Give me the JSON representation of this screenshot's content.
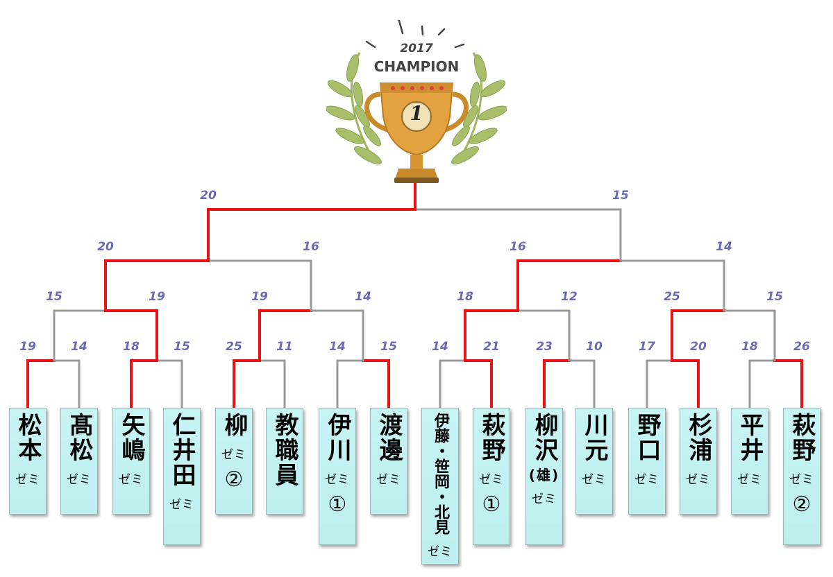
{
  "trophy": {
    "year": "2017",
    "label": "CHAMPION",
    "number": "1"
  },
  "colors": {
    "winner_line": "#ee1111",
    "loser_line": "#999999",
    "score": "#6a6ab4",
    "box_fill": "#c8f4f4"
  },
  "teams": [
    {
      "name": "松本",
      "suffix": "ゼミ",
      "badge": ""
    },
    {
      "name": "髙松",
      "suffix": "ゼミ",
      "badge": ""
    },
    {
      "name": "矢嶋",
      "suffix": "ゼミ",
      "badge": ""
    },
    {
      "name": "仁井田",
      "suffix": "ゼミ",
      "badge": ""
    },
    {
      "name": "柳",
      "suffix": "ゼミ",
      "badge": "②"
    },
    {
      "name": "教職員",
      "suffix": "",
      "badge": ""
    },
    {
      "name": "伊川",
      "suffix": "ゼミ",
      "badge": "①"
    },
    {
      "name": "渡邊",
      "suffix": "ゼミ",
      "badge": ""
    },
    {
      "name": "伊藤・笹岡・北見",
      "suffix": "ゼミ",
      "badge": ""
    },
    {
      "name": "萩野",
      "suffix": "ゼミ",
      "badge": "①"
    },
    {
      "name": "柳沢",
      "paren": "(雄)",
      "suffix": "ゼミ",
      "badge": ""
    },
    {
      "name": "川元",
      "suffix": "ゼミ",
      "badge": ""
    },
    {
      "name": "野口",
      "suffix": "ゼミ",
      "badge": ""
    },
    {
      "name": "杉浦",
      "suffix": "ゼミ",
      "badge": ""
    },
    {
      "name": "平井",
      "suffix": "ゼミ",
      "badge": ""
    },
    {
      "name": "萩野",
      "suffix": "ゼミ",
      "badge": "②"
    }
  ],
  "rounds": {
    "r1_scores": [
      "19",
      "14",
      "18",
      "15",
      "25",
      "11",
      "14",
      "15",
      "14",
      "21",
      "23",
      "10",
      "17",
      "20",
      "18",
      "26"
    ],
    "r2_scores": [
      "15",
      "19",
      "19",
      "14",
      "18",
      "12",
      "25",
      "15"
    ],
    "r3_scores": [
      "20",
      "16",
      "16",
      "14"
    ],
    "final_scores": [
      "20",
      "15"
    ]
  }
}
